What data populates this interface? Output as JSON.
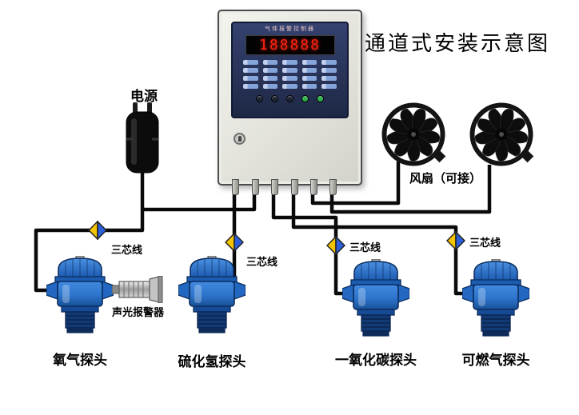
{
  "title": "通道式安装示意图",
  "controller": {
    "panel_title": "气体报警控制器",
    "display_value": "188888"
  },
  "power_label": "电源",
  "fan_label": "风扇（可接）",
  "alarm_label": "声光报警器",
  "wire_tags": [
    {
      "label": "三芯线"
    },
    {
      "label": "三芯线"
    },
    {
      "label": "三芯线"
    },
    {
      "label": "三芯线"
    }
  ],
  "detectors": [
    {
      "label": "氧气探头"
    },
    {
      "label": "硫化氢探头"
    },
    {
      "label": "一氧化碳探头"
    },
    {
      "label": "可燃气探头"
    }
  ],
  "colors": {
    "detector_blue": "#2a7ade",
    "panel_navy": "#2b365f",
    "display_red": "#ff2012",
    "diamond_yellow": "#f5c400",
    "diamond_blue": "#2b5fd9",
    "wire_black": "#0a0a0a"
  }
}
